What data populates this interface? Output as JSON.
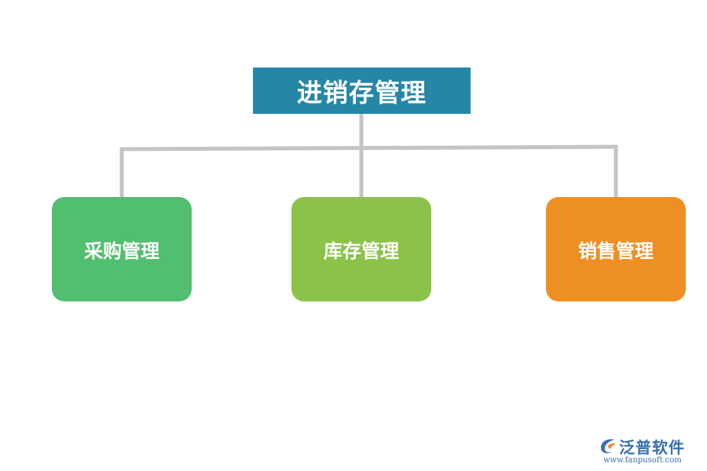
{
  "diagram": {
    "root": {
      "label": "进销存管理",
      "color": "#2686a6"
    },
    "children": [
      {
        "label": "采购管理",
        "color": "#52be6f"
      },
      {
        "label": "库存管理",
        "color": "#8bc34a"
      },
      {
        "label": "销售管理",
        "color": "#ee8f24"
      }
    ],
    "connector_color": "#c4c4c4"
  },
  "watermark": {
    "name": "泛普软件",
    "url": "www.fanpusoft.com",
    "color": "#3a6fb0"
  }
}
